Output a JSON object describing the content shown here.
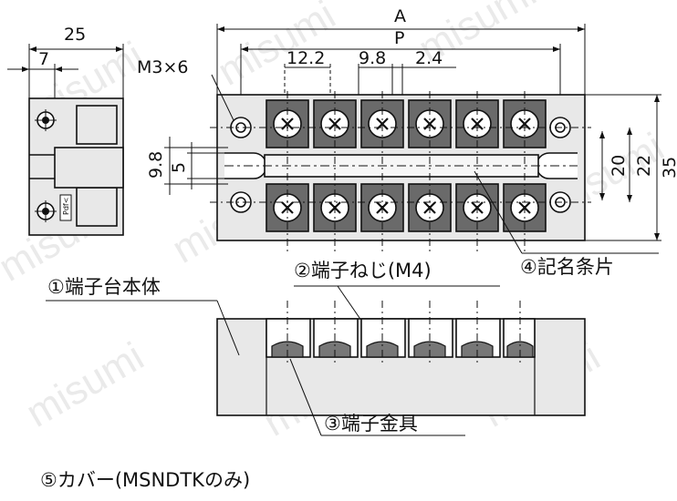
{
  "watermark": "misumi",
  "dimensions": {
    "overall_width": "25",
    "offset_7": "7",
    "screw_spec": "M3×6",
    "length_A": "A",
    "pitch_P": "P",
    "spacing_12_2": "12.2",
    "spacing_9_8": "9.8",
    "spacing_2_4": "2.4",
    "slot_9_8": "9.8",
    "slot_5": "5",
    "height_20": "20",
    "height_22": "22",
    "height_35": "35"
  },
  "labels": {
    "part1": "①端子台本体",
    "part2": "②端子ねじ(M4)",
    "part3": "③端子金具",
    "part4": "④記名条片",
    "part5": "⑤カバー(MSNDTKのみ)"
  },
  "side_view": {
    "marking_text": "Pdf<"
  },
  "colors": {
    "body_fill": "#e8e8e8",
    "terminal_dark": "#555555",
    "line": "#111111"
  }
}
